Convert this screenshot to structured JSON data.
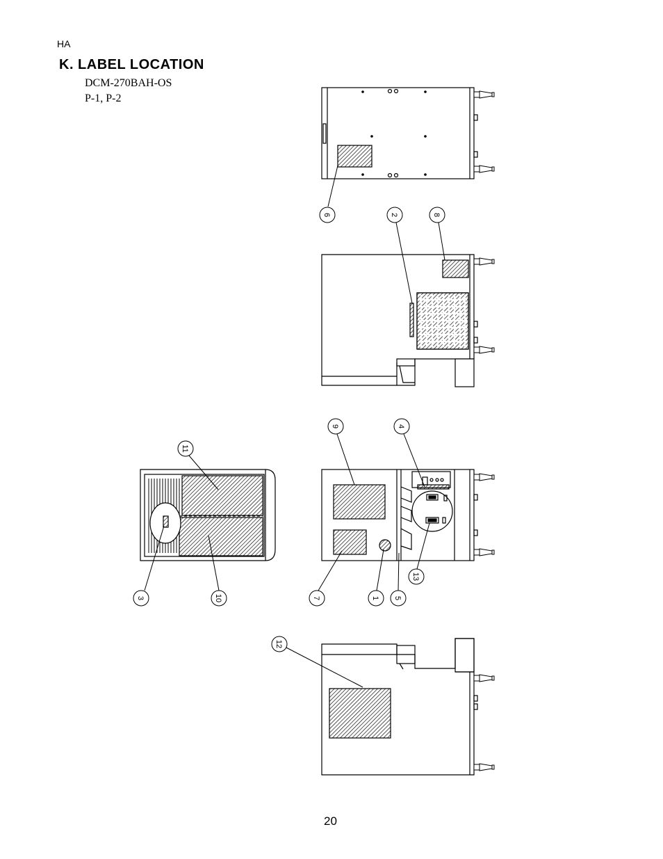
{
  "header": {
    "code": "HA"
  },
  "section": {
    "title": "K. LABEL LOCATION"
  },
  "model": {
    "name": "DCM-270BAH-OS",
    "variants": "P-1,  P-2"
  },
  "page": {
    "number": "20"
  },
  "callouts": [
    "1",
    "2",
    "3",
    "4",
    "5",
    "6",
    "7",
    "8",
    "9",
    "10",
    "11",
    "12",
    "13"
  ]
}
